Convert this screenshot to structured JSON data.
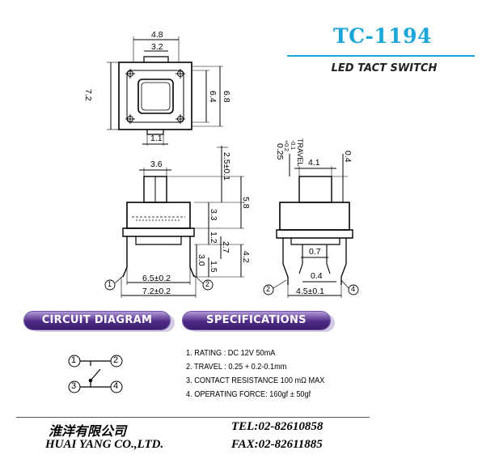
{
  "header": {
    "model": "TC-1194",
    "product": "LED TACT SWITCH"
  },
  "drawing": {
    "top_view": {
      "dim_width_outer": "4.8",
      "dim_width_inner": "3.2",
      "dim_height_outer": "7.2",
      "dim_height_1": "6.4",
      "dim_height_2": "6.8",
      "dim_bottom": "1.1"
    },
    "front_view": {
      "dim_stem_width": "3.6",
      "dim_stem_height": "2.5±0.1",
      "dim_body": "3.3",
      "dim_total": "5.8",
      "dim_a": "1.2",
      "dim_b": "2.7",
      "dim_c": "4.2",
      "dim_d": "3.0",
      "dim_e": "1.5",
      "dim_pitch": "6.5±0.2",
      "dim_overall": "7.2±0.2",
      "pin_1": "1",
      "pin_2": "2"
    },
    "side_view": {
      "dim_travel": "0.25",
      "dim_travel_tol_plus": "+0.2",
      "dim_travel_tol_minus": "-0.1",
      "travel_label": "TRAVEL",
      "dim_stem": "4.1",
      "dim_gap": "0.4",
      "dim_lead": "0.7",
      "dim_lead_thk": "0.4",
      "dim_pitch": "4.5±0.1",
      "pin_2": "2",
      "pin_4": "4"
    }
  },
  "sections": {
    "circuit_title": "CIRCUIT DIAGRAM",
    "spec_title": "SPECIFICATIONS"
  },
  "circuit": {
    "p1": "1",
    "p2": "2",
    "p3": "3",
    "p4": "4"
  },
  "specs": [
    "1. RATING : DC 12V  50mA",
    "2. TRAVEL : 0.25 + 0.2-0.1mm",
    "3. CONTACT  RESISTANCE 100 mΩ MAX",
    "4. OPERATING FORCE: 160gf ± 50gf"
  ],
  "footer": {
    "company_cn": "淮洋有限公司",
    "company_en": "HUAI YANG CO.,LTD.",
    "tel": "TEL:02-82610858",
    "fax": "FAX:02-82611885"
  },
  "colors": {
    "title_blue": "#1aa6d8",
    "pill_purple": "#4d2a86"
  }
}
